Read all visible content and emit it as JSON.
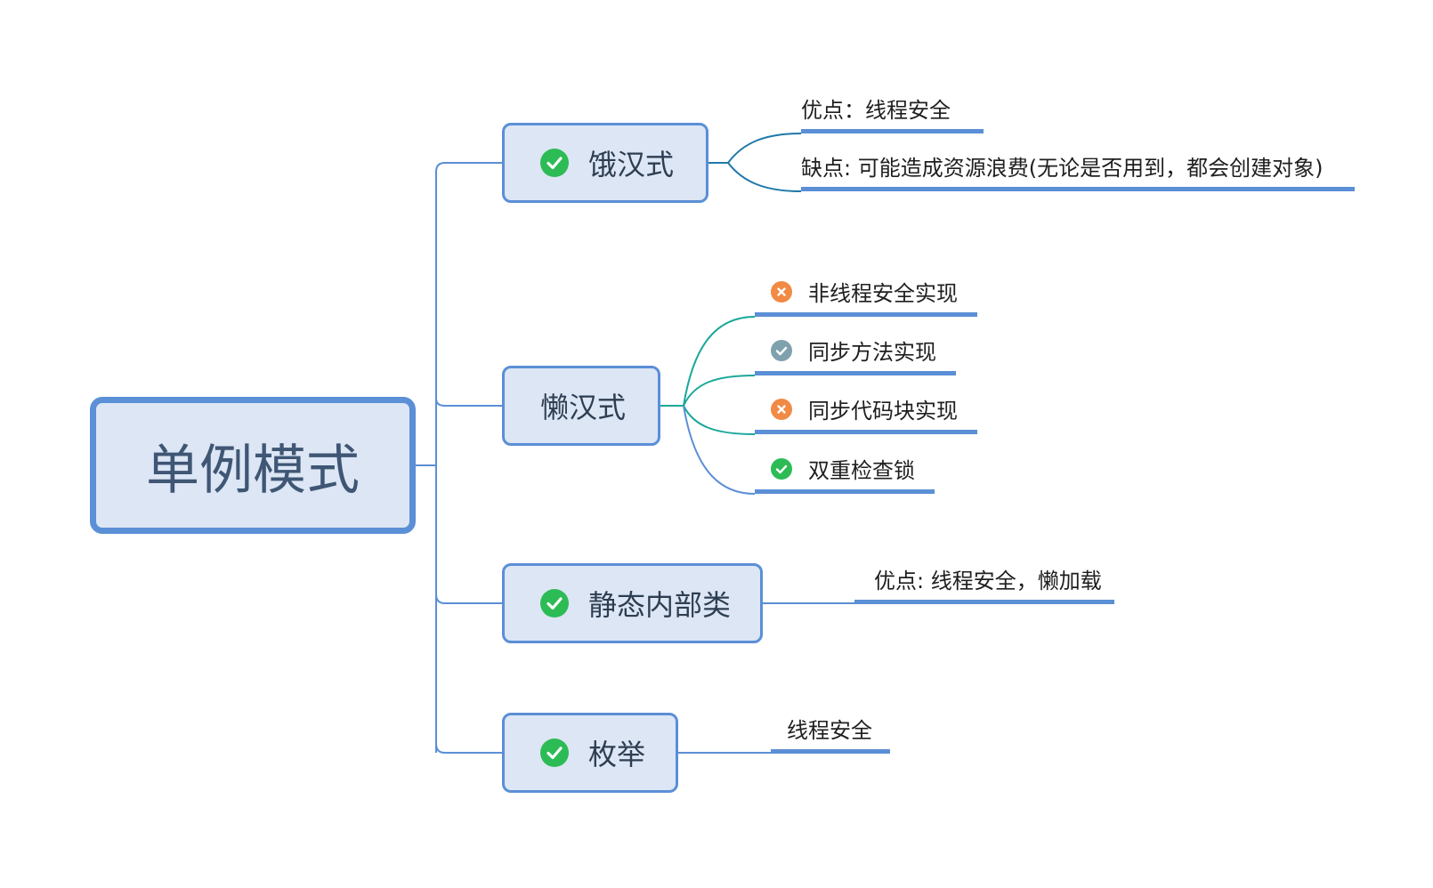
{
  "colors": {
    "node_fill": "#dce6f4",
    "node_border": "#5b8fd6",
    "connector_blue": "#5b8fd6",
    "connector_teal": "#1aa89a",
    "icon_ok": "#2dbb55",
    "icon_err": "#f08a44",
    "icon_neutral": "#7fa1ad"
  },
  "root": {
    "label": "单例模式"
  },
  "branches": [
    {
      "label": "饿汉式",
      "icon": "check-icon",
      "leaves": [
        {
          "text": "优点：线程安全"
        },
        {
          "text": "缺点: 可能造成资源浪费(无论是否用到，都会创建对象)"
        }
      ]
    },
    {
      "label": "懒汉式",
      "leaves": [
        {
          "text": "非线程安全实现",
          "icon": "cross-icon"
        },
        {
          "text": "同步方法实现",
          "icon": "check-icon"
        },
        {
          "text": "同步代码块实现",
          "icon": "cross-icon"
        },
        {
          "text": "双重检查锁",
          "icon": "check-icon"
        }
      ]
    },
    {
      "label": "静态内部类",
      "icon": "check-icon",
      "leaves": [
        {
          "text": "优点: 线程安全，懒加载"
        }
      ]
    },
    {
      "label": "枚举",
      "icon": "check-icon",
      "leaves": [
        {
          "text": "线程安全"
        }
      ]
    }
  ]
}
